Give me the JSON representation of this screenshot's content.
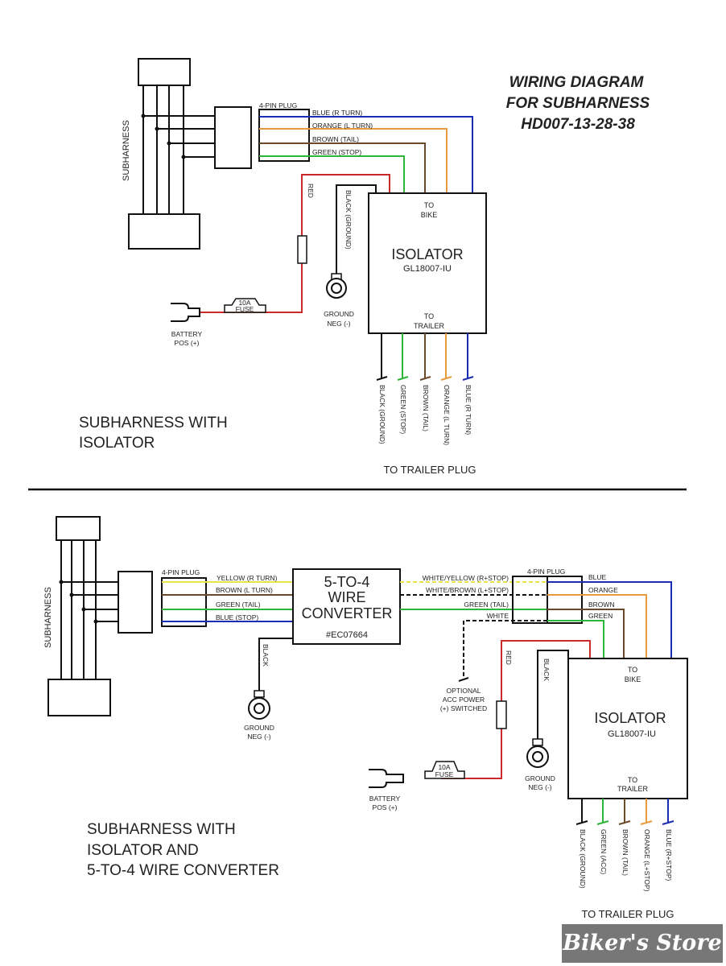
{
  "title": {
    "line1": "WIRING DIAGRAM",
    "line2": "FOR SUBHARNESS",
    "line3": "HD007-13-28-38"
  },
  "colors": {
    "blue": "#1a2db5",
    "orange": "#e89b3c",
    "brown": "#6b4a2a",
    "green": "#2fb53a",
    "red": "#cc2a2a",
    "yellow": "#e6e64a",
    "black": "#111111"
  },
  "diagram1": {
    "subharness_label": "SUBHARNESS",
    "plug_label": "4-PIN PLUG",
    "wires": [
      "BLUE (R TURN)",
      "ORANGE (L TURN)",
      "BROWN (TAIL)",
      "GREEN (STOP)"
    ],
    "red_label": "RED",
    "black_ground_label": "BLACK (GROUND)",
    "fuse": {
      "rating": "10A",
      "label": "FUSE"
    },
    "battery": {
      "line1": "BATTERY",
      "line2": "POS (+)"
    },
    "ground": {
      "line1": "GROUND",
      "line2": "NEG (-)"
    },
    "isolator": {
      "to_bike_1": "TO",
      "to_bike_2": "BIKE",
      "name": "ISOLATOR",
      "model": "GL18007-IU",
      "to_trailer_1": "TO",
      "to_trailer_2": "TRAILER"
    },
    "outputs": [
      "BLACK (GROUND)",
      "GREEN (STOP)",
      "BROWN (TAIL)",
      "ORANGE (L TURN)",
      "BLUE (R TURN)"
    ],
    "to_trailer_plug": "TO TRAILER PLUG",
    "caption": {
      "line1": "SUBHARNESS WITH",
      "line2": "ISOLATOR"
    }
  },
  "diagram2": {
    "subharness_label": "SUBHARNESS",
    "plug_label": "4-PIN PLUG",
    "wires_in": [
      "YELLOW (R TURN)",
      "BROWN (L TURN)",
      "GREEN (TAIL)",
      "BLUE (STOP)"
    ],
    "converter": {
      "line1": "5-TO-4",
      "line2": "WIRE",
      "line3": "CONVERTER",
      "part": "#EC07664"
    },
    "black_label": "BLACK",
    "ground": {
      "line1": "GROUND",
      "line2": "NEG (-)"
    },
    "wires_out": [
      "WHITE/YELLOW (R+STOP)",
      "WHITE/BROWN (L+STOP)",
      "GREEN (TAIL)",
      "WHITE"
    ],
    "plug2_label": "4-PIN PLUG",
    "plug2_wires": [
      "BLUE",
      "ORANGE",
      "BROWN",
      "GREEN"
    ],
    "optional": {
      "line1": "OPTIONAL",
      "line2": "ACC POWER",
      "line3": "(+) SWITCHED"
    },
    "red_label": "RED",
    "black2_label": "BLACK",
    "fuse": {
      "rating": "10A",
      "label": "FUSE"
    },
    "battery": {
      "line1": "BATTERY",
      "line2": "POS (+)"
    },
    "ground2": {
      "line1": "GROUND",
      "line2": "NEG (-)"
    },
    "isolator": {
      "to_bike_1": "TO",
      "to_bike_2": "BIKE",
      "name": "ISOLATOR",
      "model": "GL18007-IU",
      "to_trailer_1": "TO",
      "to_trailer_2": "TRAILER"
    },
    "outputs": [
      "BLACK (GROUND)",
      "GREEN (ACC)",
      "BROWN (TAIL)",
      "ORANGE (L+STOP)",
      "BLUE (R+STOP)"
    ],
    "to_trailer_plug": "TO TRAILER PLUG",
    "caption": {
      "line1": "SUBHARNESS WITH",
      "line2": "ISOLATOR AND",
      "line3": "5-TO-4 WIRE CONVERTER"
    }
  },
  "watermark": "Biker's Store"
}
